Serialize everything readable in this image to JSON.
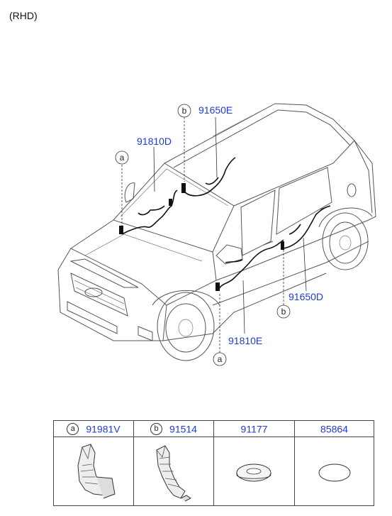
{
  "variant_label": "(RHD)",
  "callouts": {
    "a": "a",
    "b": "b"
  },
  "diagram_parts": {
    "front_harness": "91810D",
    "front_clip_harness": "91650E",
    "rear_clip_harness": "91650D",
    "rear_harness": "91810E"
  },
  "parts_table": [
    {
      "callout": "a",
      "part_number": "91981V",
      "icon": "rubber-grommet-icon"
    },
    {
      "callout": "b",
      "part_number": "91514",
      "icon": "rubber-boot-icon"
    },
    {
      "callout": "",
      "part_number": "91177",
      "icon": "grommet-washer-icon"
    },
    {
      "callout": "",
      "part_number": "85864",
      "icon": "plug-cap-icon"
    }
  ]
}
